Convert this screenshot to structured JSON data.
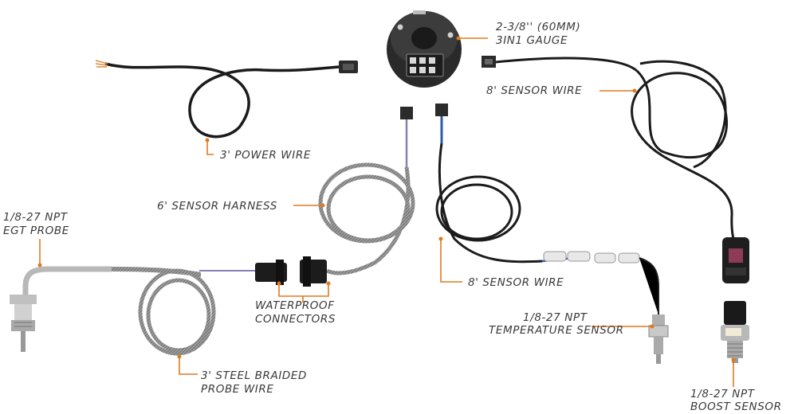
{
  "labels": {
    "gauge_line1": "2-3/8'' (60MM)",
    "gauge_line2": "3IN1 GAUGE",
    "sensor_wire_top": "8' SENSOR WIRE",
    "power_wire": "3' POWER WIRE",
    "sensor_harness": "6' SENSOR HARNESS",
    "egt_line1": "1/8-27 NPT",
    "egt_line2": "EGT PROBE",
    "sensor_wire_mid": "8' SENSOR WIRE",
    "waterproof_line1": "WATERPROOF",
    "waterproof_line2": "CONNECTORS",
    "temp_line1": "1/8-27 NPT",
    "temp_line2": "TEMPERATURE SENSOR",
    "braided_line1": "3' STEEL BRAIDED",
    "braided_line2": "PROBE WIRE",
    "boost_line1": "1/8-27 NPT",
    "boost_line2": "BOOST SENSOR"
  },
  "colors": {
    "leader": "#e07a1f",
    "wire": "#1b1b1b",
    "braid": "#8d8d8d",
    "label": "#3a3a3a"
  }
}
